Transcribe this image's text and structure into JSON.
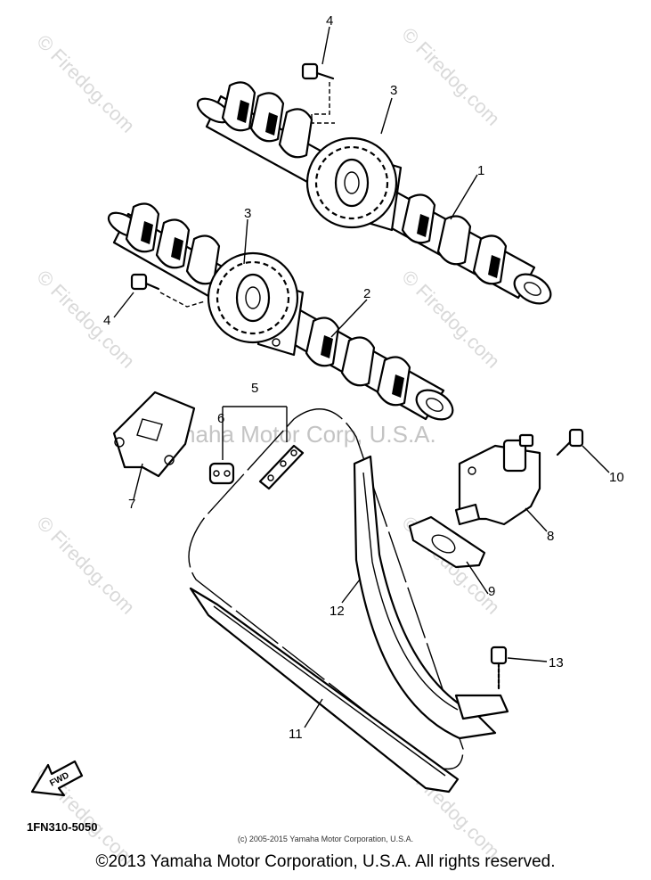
{
  "watermarks": {
    "firedog": "© Firedog.com",
    "center": "Yamaha Motor Corp, U.S.A."
  },
  "callouts": {
    "c1": "1",
    "c2": "2",
    "c3a": "3",
    "c3b": "3",
    "c4a": "4",
    "c4b": "4",
    "c5": "5",
    "c6": "6",
    "c7": "7",
    "c8": "8",
    "c9": "9",
    "c10": "10",
    "c11": "11",
    "c12": "12",
    "c13": "13"
  },
  "front_arrow": "FWD",
  "part_code": "1FN310-5050",
  "copyright_small": "(c) 2005-2015 Yamaha Motor Corporation, U.S.A.",
  "copyright_large": "©2013 Yamaha Motor Corporation, U.S.A. All rights reserved."
}
